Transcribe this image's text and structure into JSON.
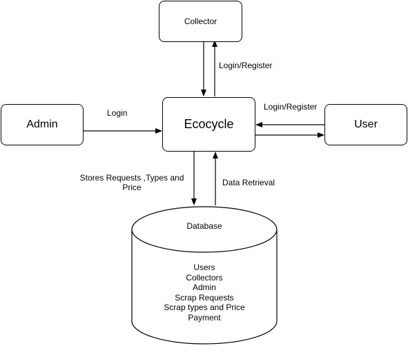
{
  "nodes": {
    "collector": "Collector",
    "admin": "Admin",
    "center": "Ecocycle",
    "user": "User",
    "database": "Database"
  },
  "database_items": [
    "Users",
    "Collectors",
    "Admin",
    "Scrap Requests",
    "Scrap types and Price",
    "Payment"
  ],
  "edges": {
    "collector_login": "Login/Register",
    "admin_login": "Login",
    "user_login": "Login/Register",
    "stores_line1": "Stores Requests ,Types and",
    "stores_line2": "Price",
    "data_retrieval": "Data Retrieval"
  },
  "colors": {
    "stroke": "#000000",
    "fill": "#ffffff"
  }
}
